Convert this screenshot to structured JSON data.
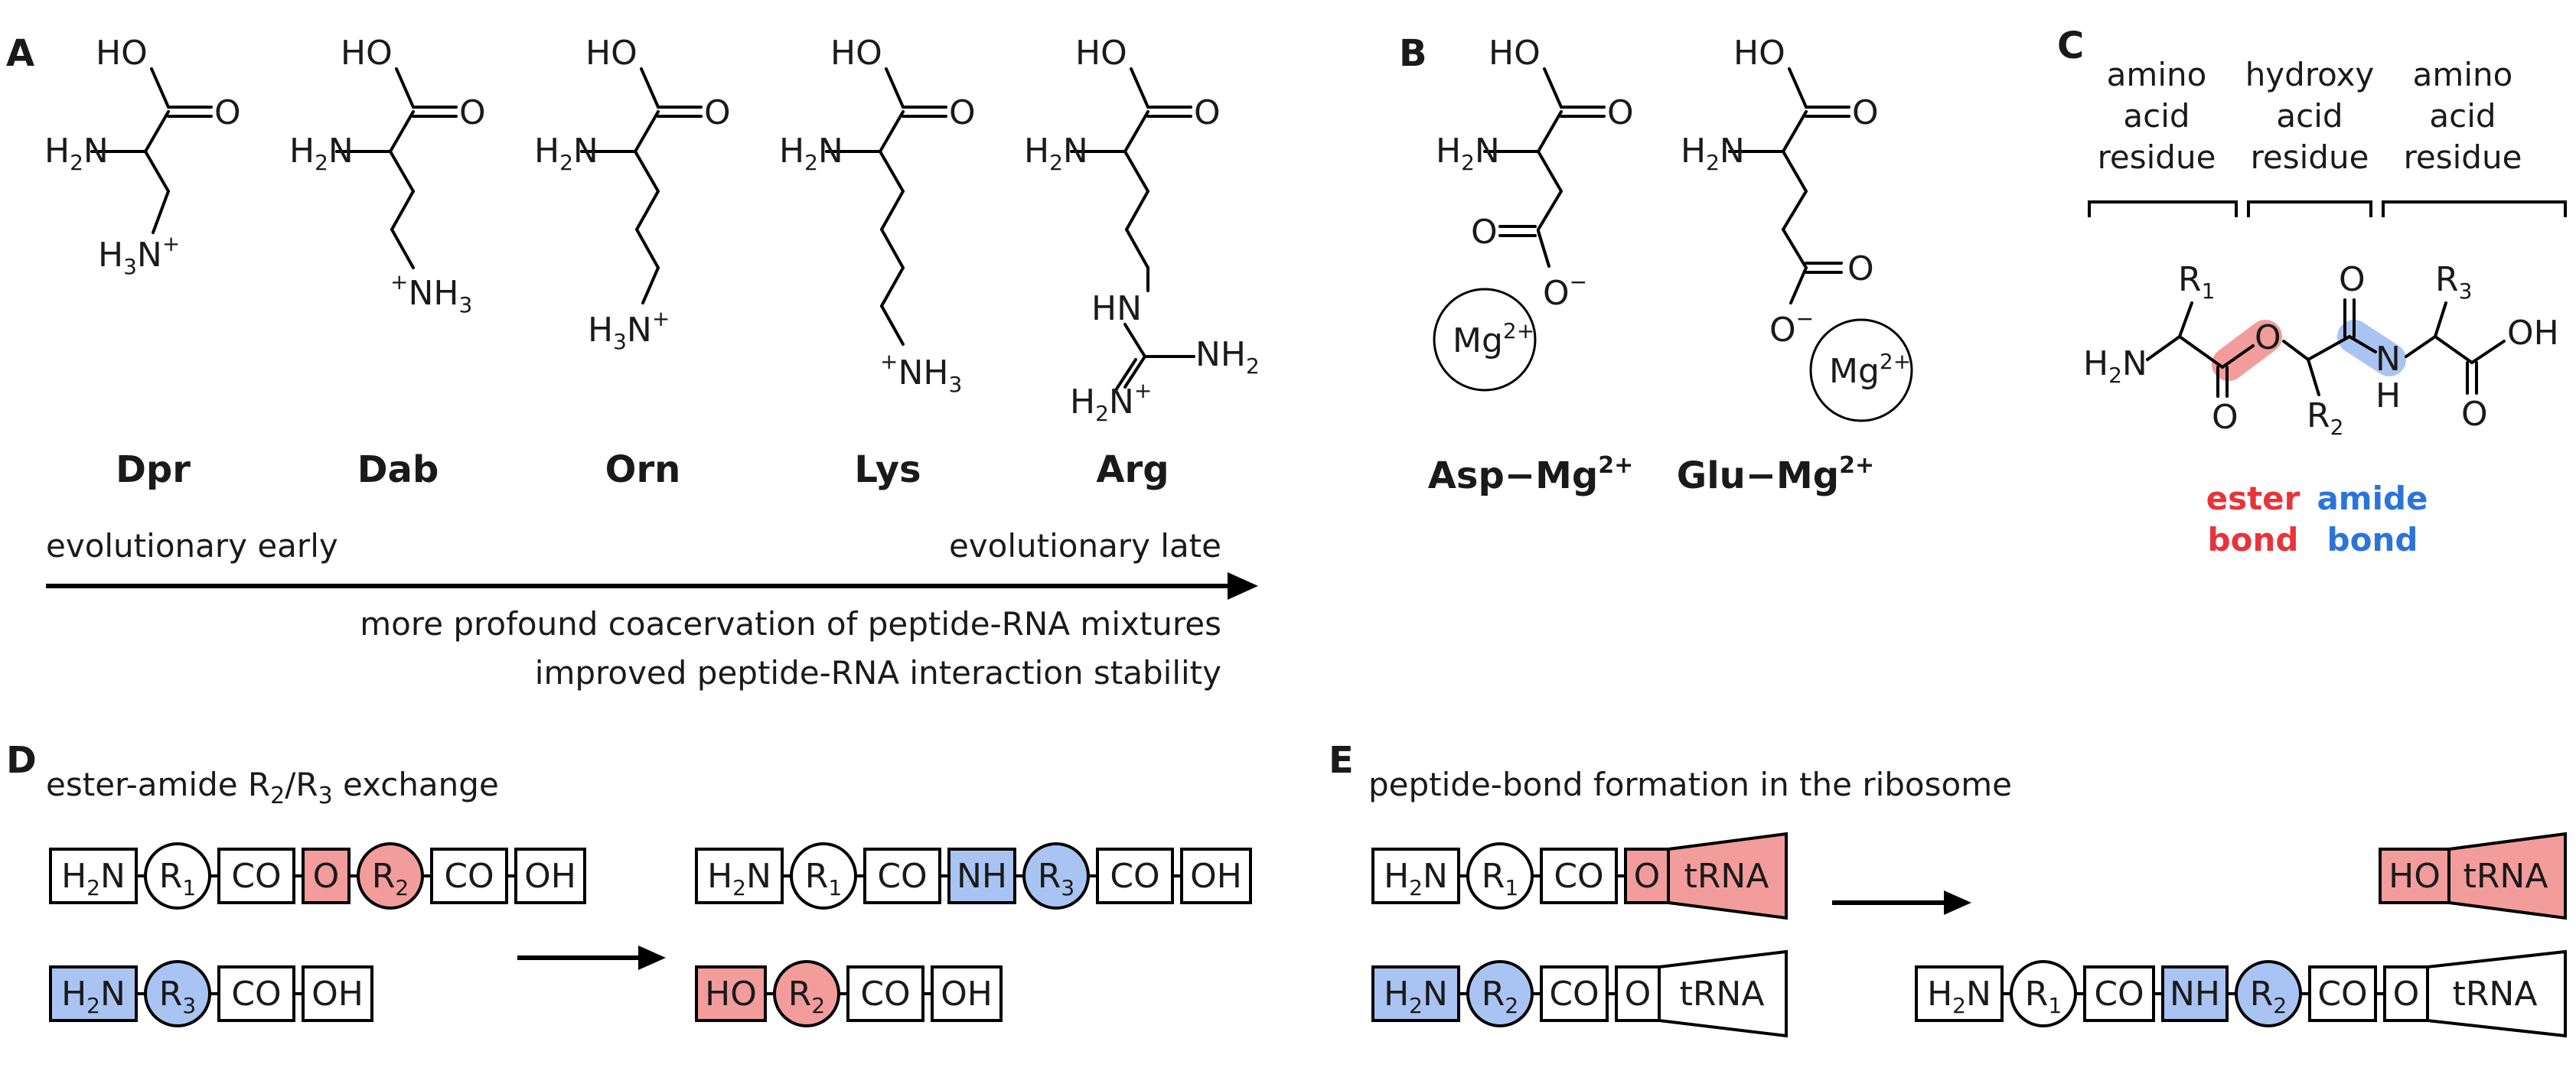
{
  "panels": {
    "a": "A",
    "b": "B",
    "c": "C",
    "d": "D",
    "e": "E"
  },
  "chem": {
    "HO": "HO",
    "O": "O",
    "H2N": "H",
    "H2N_sub": "2",
    "H2N_tail": "N",
    "H3N": "H",
    "H3N_sub": "3",
    "H3N_tail": "N",
    "plus": "+",
    "NH3_pre": "+",
    "NH3": "NH",
    "NH3_sub": "3",
    "HN": "HN",
    "NH2": "NH",
    "NH2_sub": "2",
    "Ominus": "O",
    "minus": "−",
    "Mg": "Mg",
    "Mg_sup": "2+",
    "OH": "OH",
    "N": "N",
    "H": "H",
    "R": "R",
    "R1_sub": "1",
    "R2_sub": "2",
    "R3_sub": "3"
  },
  "panel_a": {
    "names": [
      "Dpr",
      "Dab",
      "Orn",
      "Lys",
      "Arg"
    ],
    "early": "evolutionary early",
    "late": "evolutionary late",
    "line1": "more profound coacervation of peptide-RNA mixtures",
    "line2": "improved peptide-RNA interaction stability"
  },
  "panel_b": {
    "names": [
      "Asp−Mg",
      "Glu−Mg"
    ],
    "sup": "2+"
  },
  "panel_c": {
    "col1": [
      "amino",
      "acid",
      "residue"
    ],
    "col2": [
      "hydroxy",
      "acid",
      "residue"
    ],
    "col3": [
      "amino",
      "acid",
      "residue"
    ],
    "ester": [
      "ester",
      "bond"
    ],
    "amide": [
      "amide",
      "bond"
    ]
  },
  "panel_d": {
    "title_pre": "ester-amide R",
    "title_sub1": "2",
    "title_mid": "/R",
    "title_sub2": "3",
    "title_post": " exchange"
  },
  "panel_e": {
    "title": "peptide-bond formation in the ribosome"
  },
  "blocks": {
    "H2N": "H",
    "H2N_sub": "2",
    "H2N_tail": "N",
    "CO": "CO",
    "O": "O",
    "OH": "OH",
    "NH": "NH",
    "HO": "HO",
    "R": "R",
    "sub1": "1",
    "sub2": "2",
    "sub3": "3",
    "tRNA": "tRNA"
  },
  "colors": {
    "ester_highlight": "#f29c9c",
    "amide_highlight": "#a9c4f2",
    "ester_text": "#e8333a",
    "amide_text": "#2c74d8"
  }
}
